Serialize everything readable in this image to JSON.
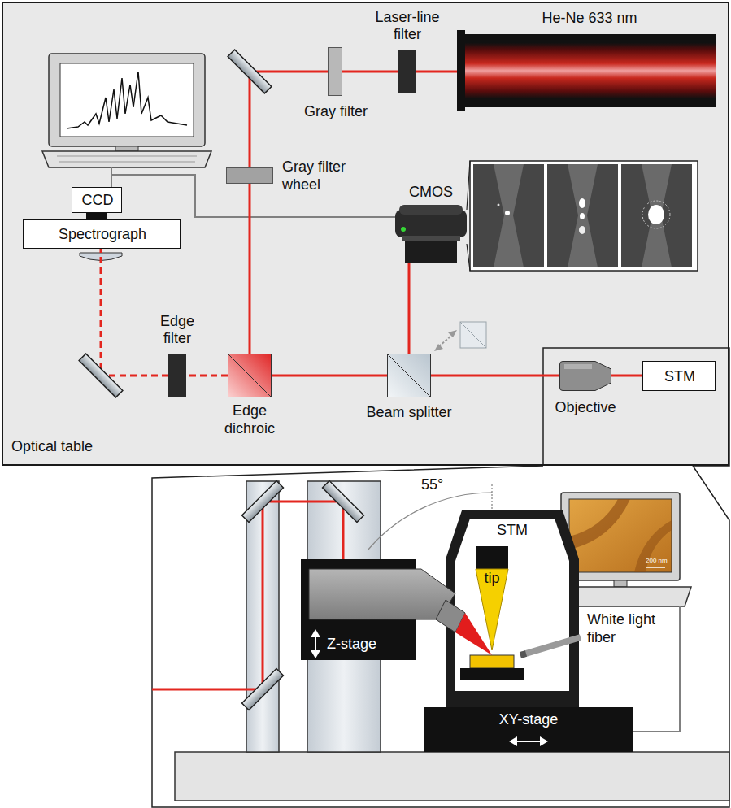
{
  "diagram": {
    "nodes": [
      {
        "text": [
          "Optical table"
        ]
      },
      {
        "text": [
          "He-Ne 633 nm"
        ],
        "in": 0
      },
      {
        "text": [
          "Laser-line filter"
        ],
        "in": 0
      },
      {
        "text": [
          "Gray filter"
        ],
        "in": 0
      },
      {
        "text": [
          "Gray filter wheel"
        ],
        "in": 0
      },
      {
        "text": [
          "CMOS"
        ],
        "in": 0
      },
      {
        "text": [
          "CCD"
        ],
        "in": 0
      },
      {
        "text": [
          "Spectrograph"
        ],
        "in": 0
      },
      {
        "text": [
          "Edge filter"
        ],
        "in": 0
      },
      {
        "text": [
          "Edge dichroic"
        ],
        "in": 0
      },
      {
        "text": [
          "Beam splitter"
        ],
        "in": 0
      },
      {
        "text": [
          "Objective"
        ],
        "in": 0
      },
      {
        "text": [
          "STM"
        ],
        "in": 0
      },
      {
        "text": [
          "Z-stage"
        ]
      },
      {
        "text": [
          "STM"
        ]
      },
      {
        "text": [
          "tip"
        ],
        "in": 14
      },
      {
        "text": [
          "XY-stage"
        ]
      }
    ],
    "edges": [
      {
        "from": 1,
        "to": 2,
        "arrow": "none"
      },
      {
        "from": 2,
        "to": 3,
        "arrow": "none"
      },
      {
        "from": 3,
        "to": 4,
        "arrow": "none"
      },
      {
        "from": 4,
        "to": 9,
        "arrow": "none"
      },
      {
        "from": 9,
        "to": 10,
        "arrow": "none"
      },
      {
        "from": 10,
        "to": 11,
        "arrow": "none"
      },
      {
        "from": 11,
        "to": 12,
        "arrow": "none"
      },
      {
        "from": 10,
        "to": 5,
        "arrow": "none"
      },
      {
        "from": 9,
        "to": 8,
        "arrow": "none"
      },
      {
        "from": 8,
        "to": 7,
        "arrow": "none"
      },
      {
        "from": 6,
        "to": 7,
        "arrow": "none"
      }
    ],
    "labels": [
      "55°",
      "White light fiber",
      "200 nm"
    ]
  }
}
